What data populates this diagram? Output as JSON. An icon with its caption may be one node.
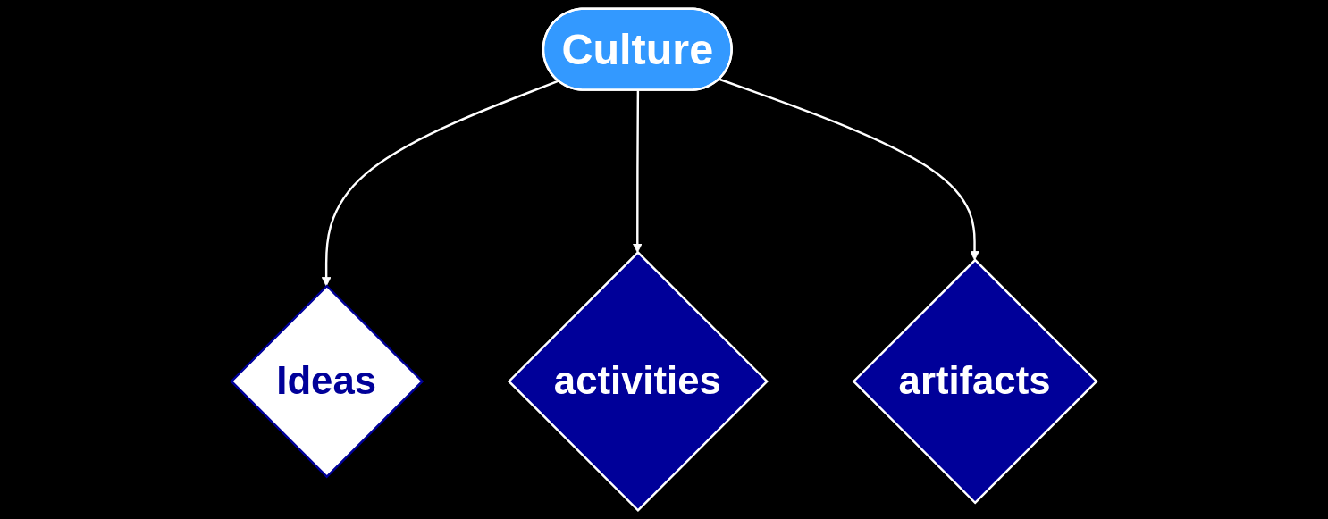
{
  "diagram": {
    "nodes": [
      {
        "text": [
          "Culture"
        ]
      },
      {
        "text": [
          "Ideas"
        ]
      },
      {
        "text": [
          "activities"
        ]
      },
      {
        "text": [
          "artifacts"
        ]
      }
    ],
    "edges": [
      {
        "from": 0,
        "to": 1,
        "arrow": "to"
      },
      {
        "from": 0,
        "to": 2,
        "arrow": "to"
      },
      {
        "from": 0,
        "to": 3,
        "arrow": "to"
      }
    ]
  }
}
